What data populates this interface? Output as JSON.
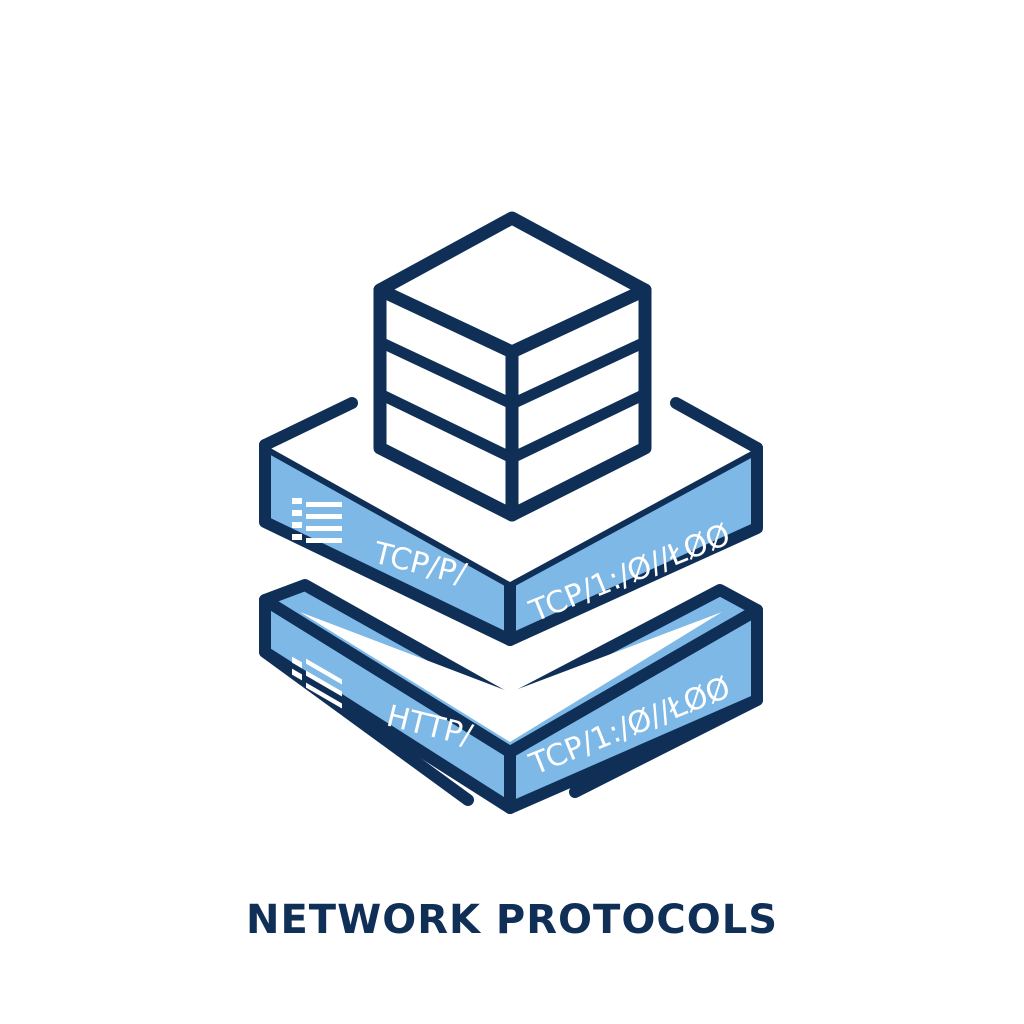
{
  "caption": "NETWORK PROTOCOLS",
  "upper_layer": {
    "label_left": "TCP/P/",
    "label_right": "TCP/1:/Ø//ŁØØ"
  },
  "lower_layer": {
    "label_left": "HTTP/",
    "label_right": "TCP/1:/Ø//ŁØØ"
  },
  "colors": {
    "outline": "#0f2f57",
    "layer_fill": "#7eb8e6",
    "layer_top": "#ffffff",
    "cube_fill": "#ffffff",
    "caption": "#0f2f57"
  }
}
